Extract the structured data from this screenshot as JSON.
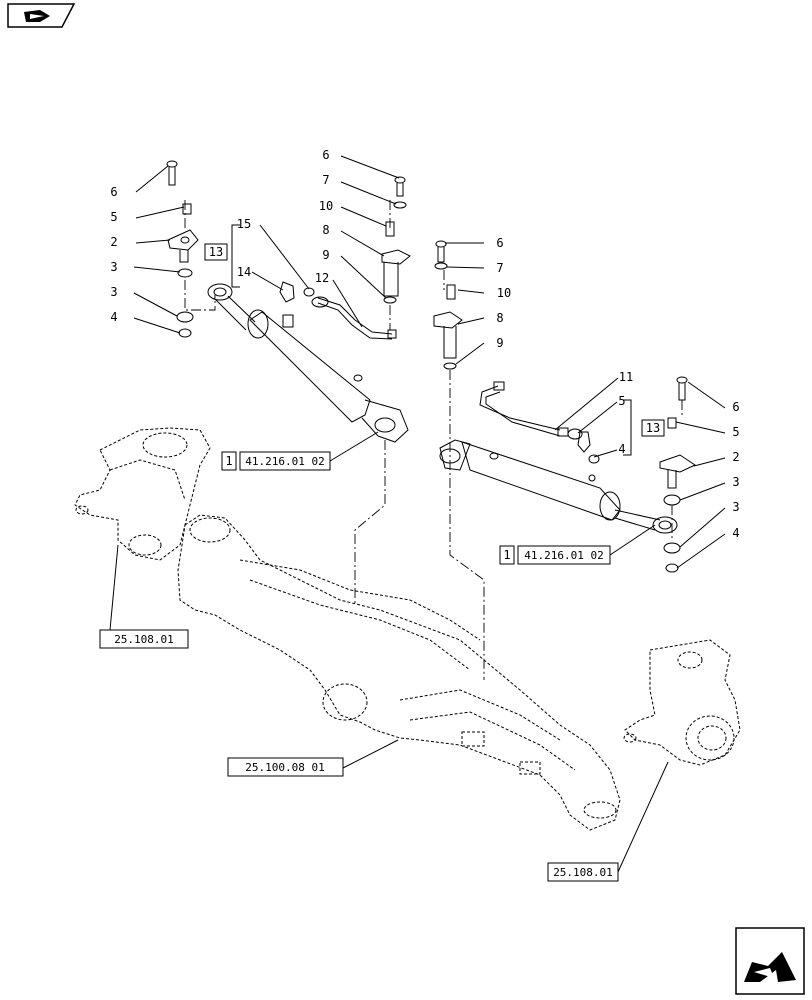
{
  "nav": {
    "top_left": "prev-page-arrow-icon",
    "bottom_right": "next-page-arrow-icon"
  },
  "callouts": {
    "c_6": "6",
    "c_5": "5",
    "c_2": "2",
    "c_3": "3",
    "c_4": "4",
    "c_7": "7",
    "c_8": "8",
    "c_9": "9",
    "c_10": "10",
    "c_11": "11",
    "c_12": "12",
    "c_13": "13",
    "c_14": "14",
    "c_15": "15",
    "c_1": "1"
  },
  "refs": {
    "cyl_left": "41.216.01 02",
    "cyl_right": "41.216.01 02",
    "hub_left": "25.108.01",
    "axle": "25.100.08 01",
    "hub_right": "25.108.01"
  }
}
